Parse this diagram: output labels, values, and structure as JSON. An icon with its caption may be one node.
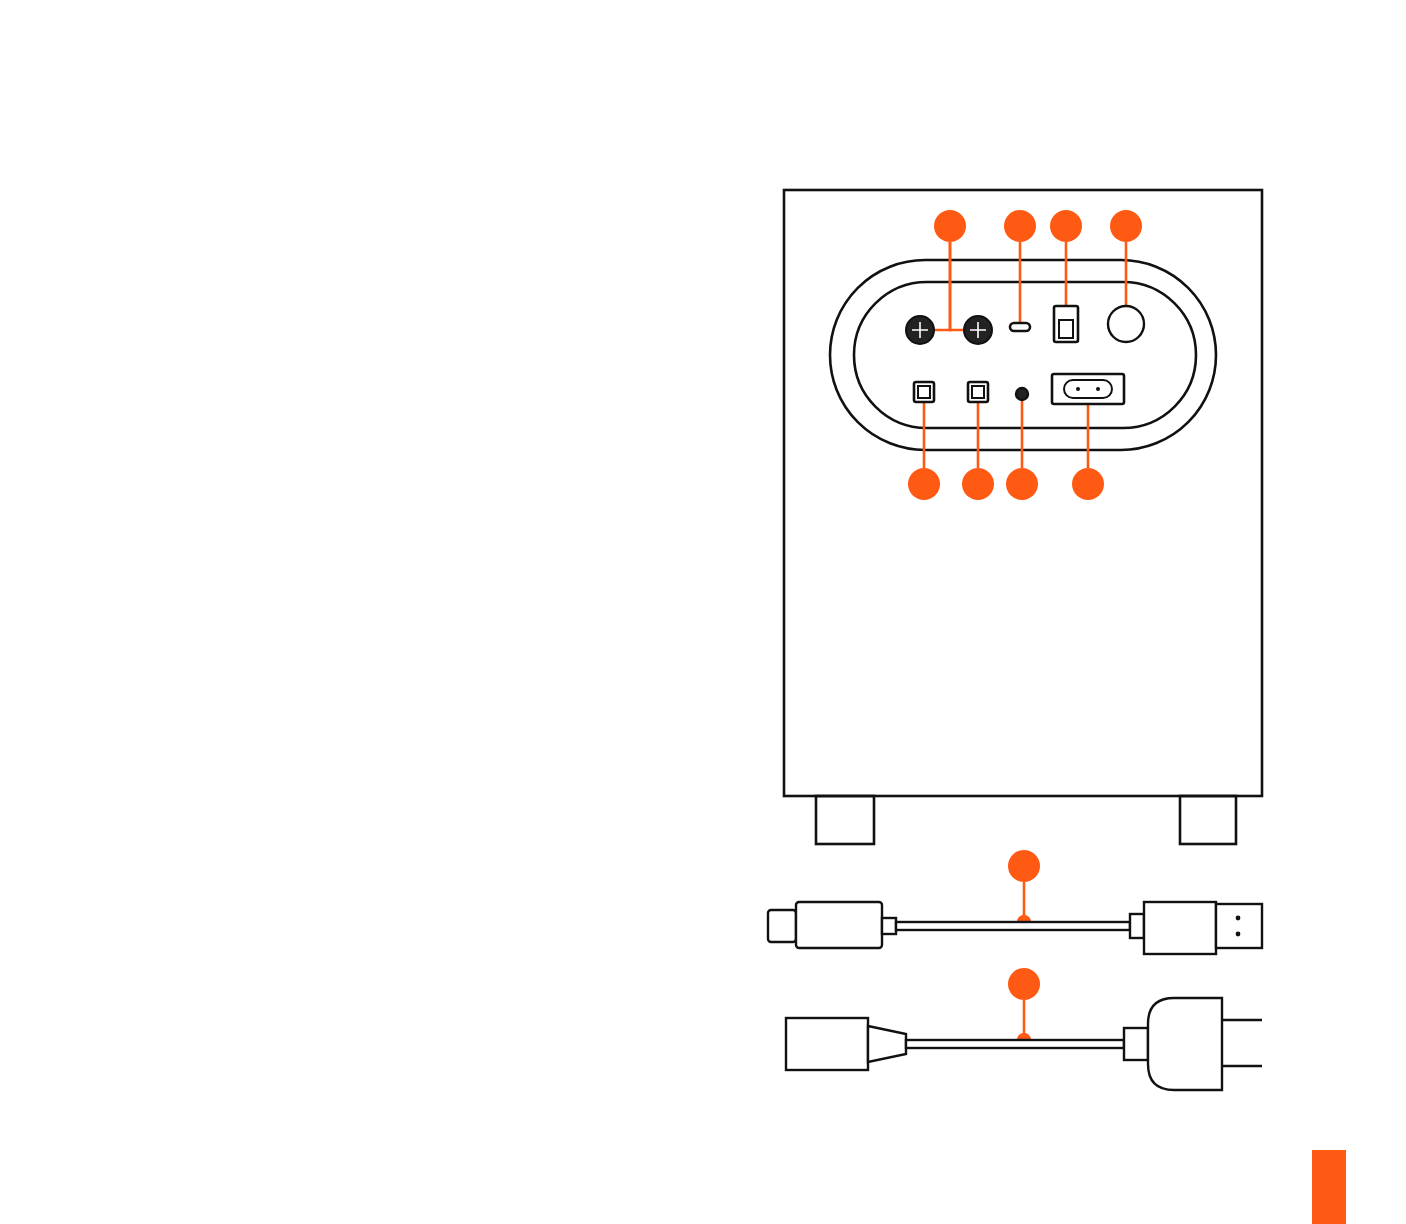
{
  "diagram": {
    "nodes": [
      {
        "text": [],
        "shape": "circle"
      },
      {
        "text": [],
        "shape": "circle"
      },
      {
        "text": [],
        "shape": "circle"
      },
      {
        "text": [],
        "shape": "circle"
      },
      {
        "text": [],
        "shape": "circle"
      },
      {
        "text": [],
        "shape": "circle"
      },
      {
        "text": [],
        "shape": "box"
      },
      {
        "text": [],
        "shape": "box"
      },
      {
        "text": [],
        "shape": "circle"
      },
      {
        "text": [],
        "shape": "box"
      },
      {
        "text": [],
        "shape": "box"
      },
      {
        "text": [],
        "shape": "circle"
      },
      {
        "text": [],
        "shape": "box"
      },
      {
        "text": [],
        "shape": "circle"
      },
      {
        "text": [],
        "shape": "circle"
      },
      {
        "text": [],
        "shape": "circle"
      },
      {
        "text": [],
        "shape": "circle"
      },
      {
        "text": [],
        "shape": "circle"
      },
      {
        "text": [],
        "shape": "cable"
      },
      {
        "text": [],
        "shape": "circle"
      },
      {
        "text": [],
        "shape": "cable"
      }
    ],
    "edges": [
      {
        "from": 0,
        "to": 4,
        "arrow": "none"
      },
      {
        "from": 0,
        "to": 5,
        "arrow": "none"
      },
      {
        "from": 1,
        "to": 6,
        "arrow": "none"
      },
      {
        "from": 2,
        "to": 7,
        "arrow": "none"
      },
      {
        "from": 3,
        "to": 8,
        "arrow": "none"
      },
      {
        "from": 13,
        "to": 9,
        "arrow": "none"
      },
      {
        "from": 14,
        "to": 10,
        "arrow": "none"
      },
      {
        "from": 15,
        "to": 11,
        "arrow": "none"
      },
      {
        "from": 16,
        "to": 12,
        "arrow": "none"
      },
      {
        "from": 17,
        "to": 18,
        "arrow": "other"
      },
      {
        "from": 19,
        "to": 20,
        "arrow": "other"
      }
    ]
  }
}
